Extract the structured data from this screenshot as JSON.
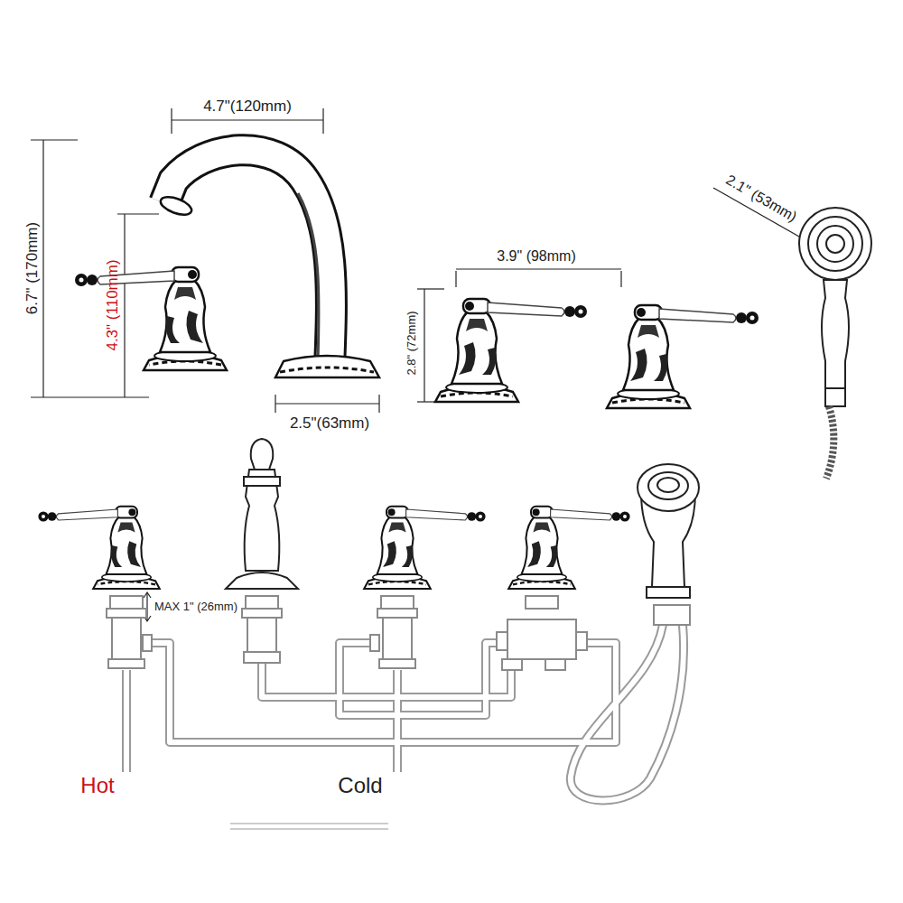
{
  "diagram": {
    "labels": [
      "4.7\"(120mm)",
      "6.7\" (170mm)",
      "4.3\" (110mm)",
      "2.1\" (53mm)",
      "3.9\" (98mm)",
      "2.8\" (72mm)",
      "2.5\"(63mm)",
      "MAX 1\" (26mm)",
      "Hot",
      "Cold"
    ]
  }
}
